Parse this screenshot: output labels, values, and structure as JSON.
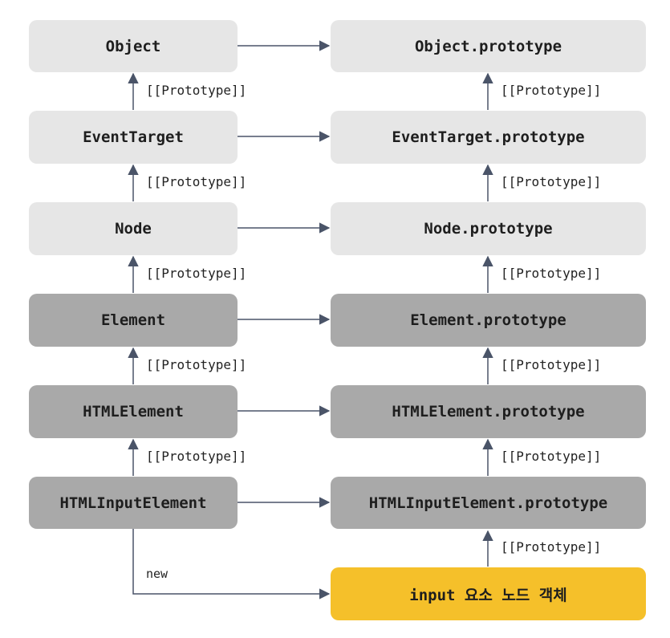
{
  "left_boxes": [
    "Object",
    "EventTarget",
    "Node",
    "Element",
    "HTMLElement",
    "HTMLInputElement"
  ],
  "right_boxes": [
    "Object.prototype",
    "EventTarget.prototype",
    "Node.prototype",
    "Element.prototype",
    "HTMLElement.prototype",
    "HTMLInputElement.prototype"
  ],
  "instance_box": "input 요소 노드 객체",
  "edge_label": "[[Prototype]]",
  "new_label": "new",
  "colors": {
    "light": "#e6e6e6",
    "mid": "#a9a9a9",
    "accent": "#f5c02a",
    "line": "#4a5468"
  }
}
